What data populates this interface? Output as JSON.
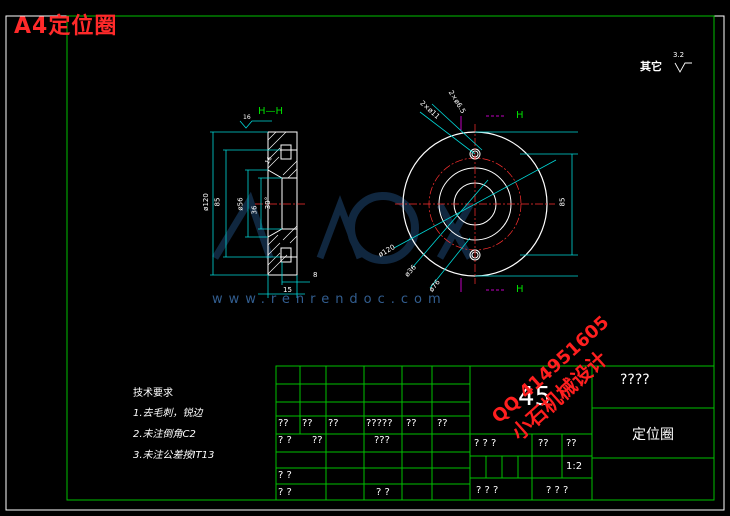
{
  "sheet": {
    "size_title": "A4定位圈",
    "other_surfaces_label": "其它",
    "other_surfaces_roughness": "3.2"
  },
  "section_view": {
    "section_label": "H—H",
    "roughness": "16",
    "dims": [
      "ø120",
      "85",
      "ø56",
      "36",
      "30°",
      "15",
      "8",
      "16"
    ]
  },
  "front_view": {
    "dims": [
      "2×ø6.5",
      "2×ø11",
      "ø120",
      "ø36",
      "ø76",
      "85"
    ],
    "section_marker": "H"
  },
  "tech_requirements": {
    "heading": "技术要求",
    "items": [
      "1.去毛刺，锐边",
      "2.未注倒角C2",
      "3.未注公差按IT13"
    ]
  },
  "title_block": {
    "material": "45",
    "company": "????",
    "part_name": "定位圈",
    "scale": "1:2",
    "row_labels": [
      "??",
      "??",
      "?????",
      "??",
      "??"
    ],
    "row2_labels": [
      "? ?",
      "??",
      "???",
      "??"
    ],
    "stage_labels": [
      "? ? ?",
      "??",
      "??"
    ],
    "left_bottom": [
      "? ?",
      "? ?",
      "? ?"
    ],
    "footer": [
      "? ? ?",
      "? ? ?"
    ]
  },
  "watermark": {
    "site": "www.renrendoc.com",
    "qq": "QQ 414951605",
    "designer": "小石机械设计"
  }
}
